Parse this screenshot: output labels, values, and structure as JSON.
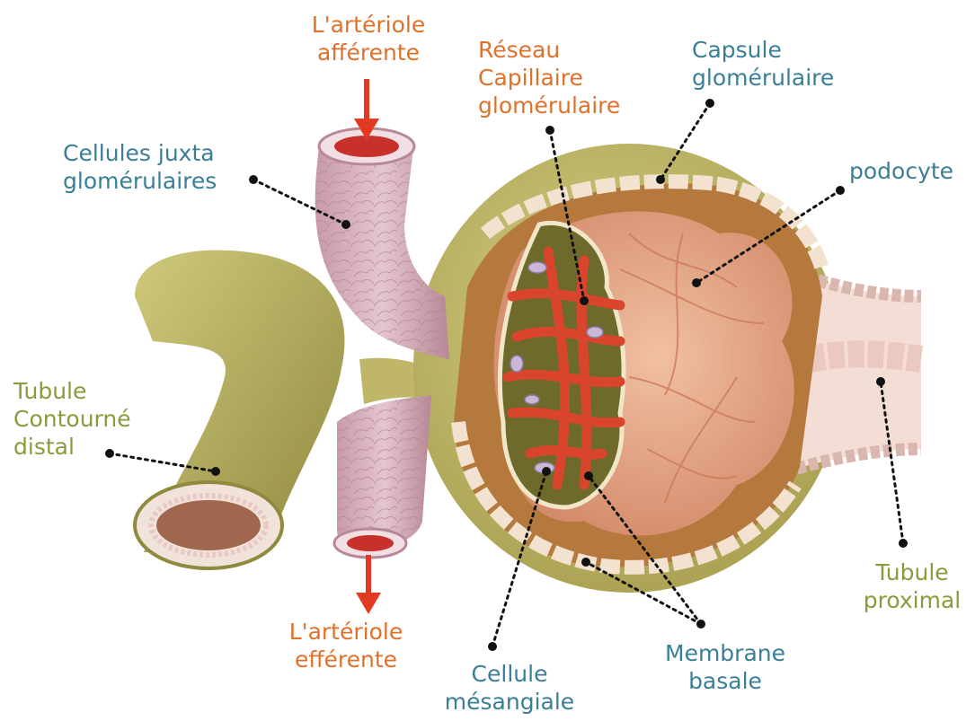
{
  "labels": {
    "arteriole_afferente": [
      "L'artériole",
      "afférente"
    ],
    "reseau_capillaire": [
      "Réseau",
      "Capillaire",
      "glomérulaire"
    ],
    "capsule_glomerulaire": [
      "Capsule",
      "glomérulaire"
    ],
    "cellules_juxta": [
      "Cellules juxta",
      "glomérulaires"
    ],
    "podocyte": [
      "podocyte"
    ],
    "tubule_distal": [
      "Tubule",
      "Contourné",
      "distal"
    ],
    "arteriole_efferente": [
      "L'artériole",
      "efférente"
    ],
    "cellule_mesangiale": [
      "Cellule",
      "mésangiale"
    ],
    "membrane_basale": [
      "Membrane",
      "basale"
    ],
    "tubule_proximal": [
      "Tubule",
      "proximal"
    ]
  },
  "colors": {
    "orange": "#e0712a",
    "teal": "#3b7f96",
    "olive": "#8a9a3c",
    "capsule": "#c2bb6a",
    "vessel": "#d9b6c0",
    "capillary": "#d8452c",
    "glomerulus": "#e7a587"
  }
}
